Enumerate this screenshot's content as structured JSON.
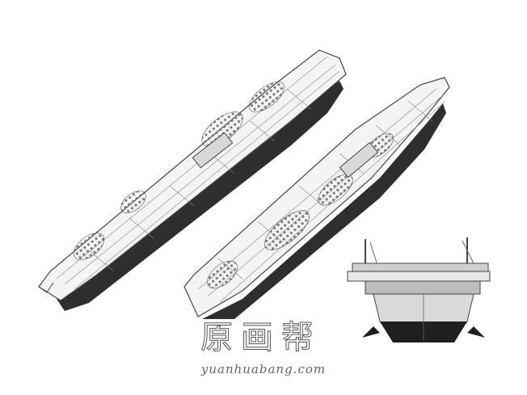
{
  "watermark": {
    "title": "原画帮",
    "url": "yuanhuabang.com"
  },
  "illustration": {
    "subjects": [
      "aircraft-carrier-top-view-left",
      "aircraft-carrier-top-view-right",
      "aircraft-carrier-stern-view"
    ],
    "colors": {
      "line": "#444444",
      "deck": "#f2f2f2",
      "hull": "#3a3a3a",
      "shade": "#9a9a9a"
    }
  }
}
